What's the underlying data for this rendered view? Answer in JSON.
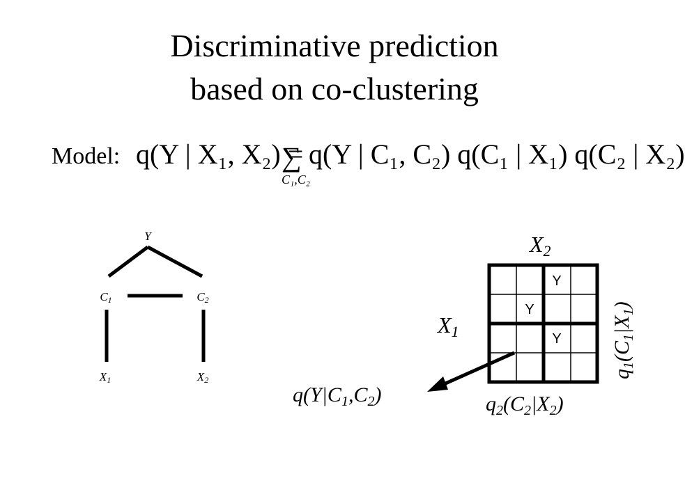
{
  "title": {
    "line1": "Discriminative prediction",
    "line2": "based on co-clustering"
  },
  "model": {
    "label": "Model:",
    "lhs": "q(Y | X₁, X₂) =",
    "sum_symbol": "∑",
    "sum_index": "C₁,C₂",
    "rhs": "q(Y | C₁, C₂) q(C₁ | X₁) q(C₂ | X₂)"
  },
  "network": {
    "node_y": "Y",
    "node_c1": "C1",
    "node_c2": "C2",
    "node_x1": "X1",
    "node_x2": "X2"
  },
  "grid": {
    "cols_label": "X2",
    "rows_label": "X1",
    "cell_label": "Y",
    "row_marginal_label": "q1(C1|X1)",
    "col_marginal_label": "q2(C2|X2)",
    "arrow_label": "q(Y|C1,C2)"
  }
}
